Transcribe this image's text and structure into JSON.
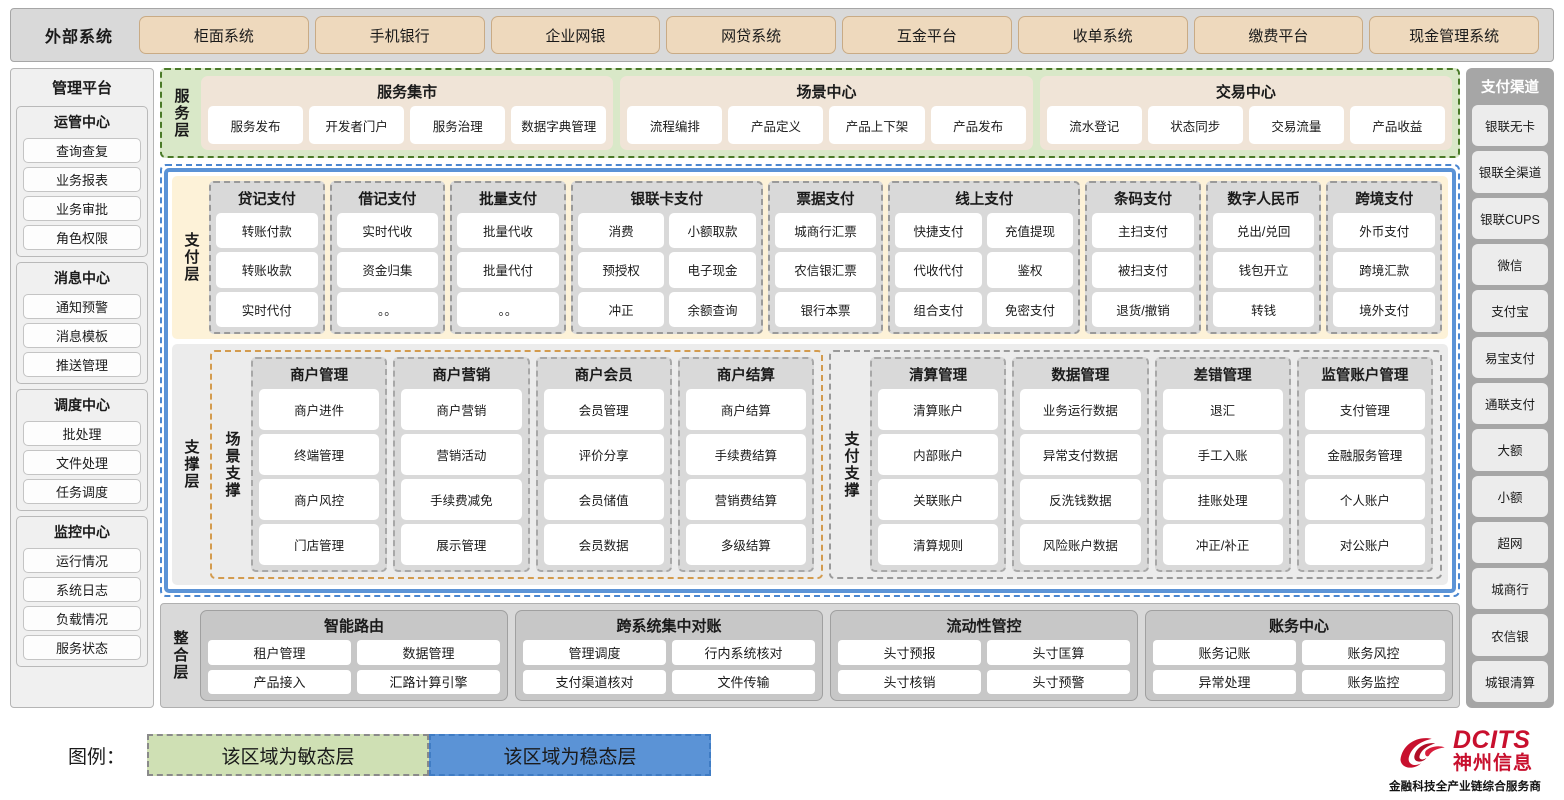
{
  "external": {
    "title": "外部系统",
    "systems": [
      "柜面系统",
      "手机银行",
      "企业网银",
      "网贷系统",
      "互金平台",
      "收单系统",
      "缴费平台",
      "现金管理系统"
    ]
  },
  "left_sidebar": {
    "title": "管理平台",
    "groups": [
      {
        "title": "运管中心",
        "items": [
          "查询查复",
          "业务报表",
          "业务审批",
          "角色权限"
        ]
      },
      {
        "title": "消息中心",
        "items": [
          "通知预警",
          "消息模板",
          "推送管理"
        ]
      },
      {
        "title": "调度中心",
        "items": [
          "批处理",
          "文件处理",
          "任务调度"
        ]
      },
      {
        "title": "监控中心",
        "items": [
          "运行情况",
          "系统日志",
          "负载情况",
          "服务状态"
        ]
      }
    ]
  },
  "service_layer": {
    "label": "服务层",
    "groups": [
      {
        "title": "服务集市",
        "items": [
          "服务发布",
          "开发者门户",
          "服务治理",
          "数据字典管理"
        ]
      },
      {
        "title": "场景中心",
        "items": [
          "流程编排",
          "产品定义",
          "产品上下架",
          "产品发布"
        ]
      },
      {
        "title": "交易中心",
        "items": [
          "流水登记",
          "状态同步",
          "交易流量",
          "产品收益"
        ]
      }
    ]
  },
  "payment_layer": {
    "label": "支付层",
    "groups": [
      {
        "title": "贷记支付",
        "cols": 1,
        "items": [
          "转账付款",
          "转账收款",
          "实时代付"
        ]
      },
      {
        "title": "借记支付",
        "cols": 1,
        "items": [
          "实时代收",
          "资金归集",
          "。。"
        ]
      },
      {
        "title": "批量支付",
        "cols": 1,
        "items": [
          "批量代收",
          "批量代付",
          "。。"
        ]
      },
      {
        "title": "银联卡支付",
        "cols": 2,
        "items": [
          "消费",
          "小额取款",
          "预授权",
          "电子现金",
          "冲正",
          "余额查询"
        ]
      },
      {
        "title": "票据支付",
        "cols": 1,
        "items": [
          "城商行汇票",
          "农信银汇票",
          "银行本票"
        ]
      },
      {
        "title": "线上支付",
        "cols": 2,
        "items": [
          "快捷支付",
          "充值提现",
          "代收代付",
          "鉴权",
          "组合支付",
          "免密支付"
        ]
      },
      {
        "title": "条码支付",
        "cols": 1,
        "items": [
          "主扫支付",
          "被扫支付",
          "退货/撤销"
        ]
      },
      {
        "title": "数字人民币",
        "cols": 1,
        "items": [
          "兑出/兑回",
          "钱包开立",
          "转钱"
        ]
      },
      {
        "title": "跨境支付",
        "cols": 1,
        "items": [
          "外币支付",
          "跨境汇款",
          "境外支付"
        ]
      }
    ]
  },
  "support_layer": {
    "label": "支撑层",
    "panels": [
      {
        "label": "场景支撑",
        "groups": [
          {
            "title": "商户管理",
            "items": [
              "商户进件",
              "终端管理",
              "商户风控",
              "门店管理"
            ]
          },
          {
            "title": "商户营销",
            "items": [
              "商户营销",
              "营销活动",
              "手续费减免",
              "展示管理"
            ]
          },
          {
            "title": "商户会员",
            "items": [
              "会员管理",
              "评价分享",
              "会员储值",
              "会员数据"
            ]
          },
          {
            "title": "商户结算",
            "items": [
              "商户结算",
              "手续费结算",
              "营销费结算",
              "多级结算"
            ]
          }
        ]
      },
      {
        "label": "支付支撑",
        "groups": [
          {
            "title": "清算管理",
            "items": [
              "清算账户",
              "内部账户",
              "关联账户",
              "清算规则"
            ]
          },
          {
            "title": "数据管理",
            "items": [
              "业务运行数据",
              "异常支付数据",
              "反洗钱数据",
              "风险账户数据"
            ]
          },
          {
            "title": "差错管理",
            "items": [
              "退汇",
              "手工入账",
              "挂账处理",
              "冲正/补正"
            ]
          },
          {
            "title": "监管账户管理",
            "items": [
              "支付管理",
              "金融服务管理",
              "个人账户",
              "对公账户"
            ]
          }
        ]
      }
    ]
  },
  "integration_layer": {
    "label": "整合层",
    "groups": [
      {
        "title": "智能路由",
        "items": [
          "租户管理",
          "数据管理",
          "产品接入",
          "汇路计算引擎"
        ]
      },
      {
        "title": "跨系统集中对账",
        "items": [
          "管理调度",
          "行内系统核对",
          "支付渠道核对",
          "文件传输"
        ]
      },
      {
        "title": "流动性管控",
        "items": [
          "头寸预报",
          "头寸匡算",
          "头寸核销",
          "头寸预警"
        ]
      },
      {
        "title": "账务中心",
        "items": [
          "账务记账",
          "账务风控",
          "异常处理",
          "账务监控"
        ]
      }
    ]
  },
  "right_sidebar": {
    "title": "支付渠道",
    "items": [
      "银联无卡",
      "银联全渠道",
      "银联CUPS",
      "微信",
      "支付宝",
      "易宝支付",
      "通联支付",
      "大额",
      "小额",
      "超网",
      "城商行",
      "农信银",
      "城银清算"
    ]
  },
  "legend": {
    "label": "图例：",
    "agile": "该区域为敏态层",
    "stable": "该区域为稳态层",
    "agile_color": "#cfe0b4",
    "stable_color": "#5b93d6"
  },
  "logo": {
    "brand": "DCITS",
    "brand_cn": "神州信息",
    "tagline": "金融科技全产业链综合服务商",
    "brand_color": "#c8102e"
  }
}
